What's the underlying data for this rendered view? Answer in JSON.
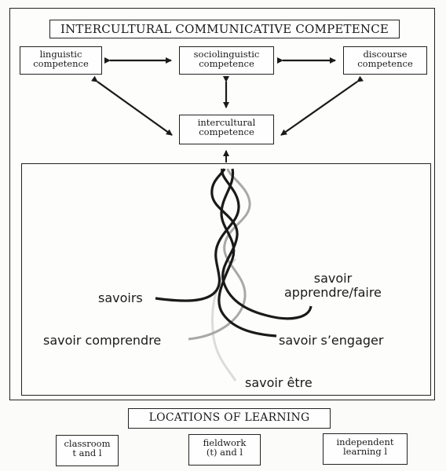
{
  "title": "INTERCULTURAL COMMUNICATIVE COMPETENCE",
  "competences": {
    "linguistic": [
      "linguistic",
      "competence"
    ],
    "sociolinguistic": [
      "sociolinguistic",
      "competence"
    ],
    "discourse": [
      "discourse",
      "competence"
    ],
    "intercultural": [
      "intercultural",
      "competence"
    ]
  },
  "strands": {
    "savoirs": "savoirs",
    "apprendre_line1": "savoir",
    "apprendre_line2": "apprendre/faire",
    "comprendre": "savoir comprendre",
    "engager": "savoir s’engager",
    "etre": "savoir être"
  },
  "locations": {
    "title": "LOCATIONS OF LEARNING",
    "classroom": [
      "classroom",
      "t and l"
    ],
    "fieldwork": [
      "fieldwork",
      "(t) and l"
    ],
    "independent": [
      "independent",
      "learning l"
    ]
  },
  "colors": {
    "ink": "#1a1a1a",
    "grey_strand": "#a8a8a8",
    "faint_strand": "#dcdcdc"
  }
}
